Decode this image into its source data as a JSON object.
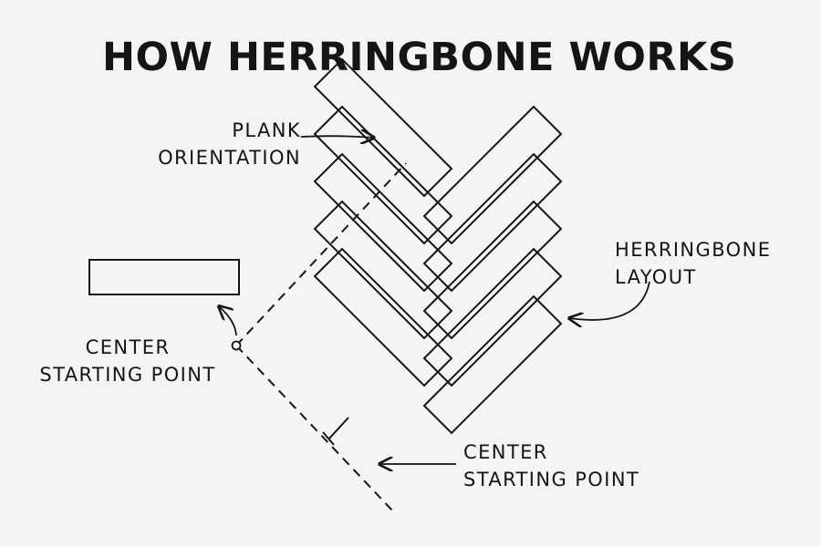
{
  "title": "HOW HERRINGBONE WORKS",
  "labels": {
    "plank_orientation": [
      "PLANK",
      "ORIENTATION"
    ],
    "herringbone_layout": [
      "HERRINGBONE",
      "LAYOUT"
    ],
    "center_starting_point_left": [
      "CENTER",
      "STARTING POINT"
    ],
    "center_starting_point_bottom": [
      "CENTER",
      "STARTING POINT"
    ]
  },
  "colors": {
    "background": "#f4f4f2",
    "ink": "#151515"
  }
}
